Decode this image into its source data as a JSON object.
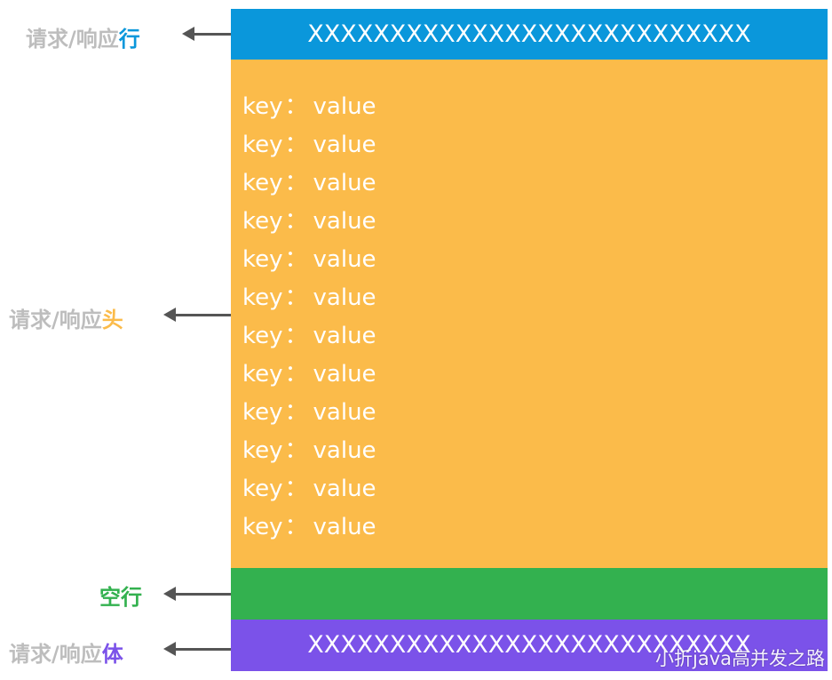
{
  "request_line": {
    "content": "XXXXXXXXXXXXXXXXXXXXXXXXXXX",
    "label_prefix": "请求/响应",
    "label_highlight": "行",
    "highlight_color": "#0a97db"
  },
  "headers": {
    "rows": [
      {
        "key": "key",
        "sep": "：",
        "value": "value"
      },
      {
        "key": "key",
        "sep": "：",
        "value": "value"
      },
      {
        "key": "key",
        "sep": "：",
        "value": "value"
      },
      {
        "key": "key",
        "sep": "：",
        "value": "value"
      },
      {
        "key": "key",
        "sep": "：",
        "value": "value"
      },
      {
        "key": "key",
        "sep": "：",
        "value": "value"
      },
      {
        "key": "key",
        "sep": "：",
        "value": "value"
      },
      {
        "key": "key",
        "sep": "：",
        "value": "value"
      },
      {
        "key": "key",
        "sep": "：",
        "value": "value"
      },
      {
        "key": "key",
        "sep": "：",
        "value": "value"
      },
      {
        "key": "key",
        "sep": "：",
        "value": "value"
      },
      {
        "key": "key",
        "sep": "：",
        "value": "value"
      }
    ],
    "label_prefix": "请求/响应",
    "label_highlight": "头",
    "highlight_color": "#fbbb4a"
  },
  "empty_line": {
    "label": "空行",
    "color": "#33b14f"
  },
  "body": {
    "content": "XXXXXXXXXXXXXXXXXXXXXXXXXXX",
    "label_prefix": "请求/响应",
    "label_highlight": "体",
    "highlight_color": "#7b52e9"
  },
  "watermark": "小折java高并发之路"
}
